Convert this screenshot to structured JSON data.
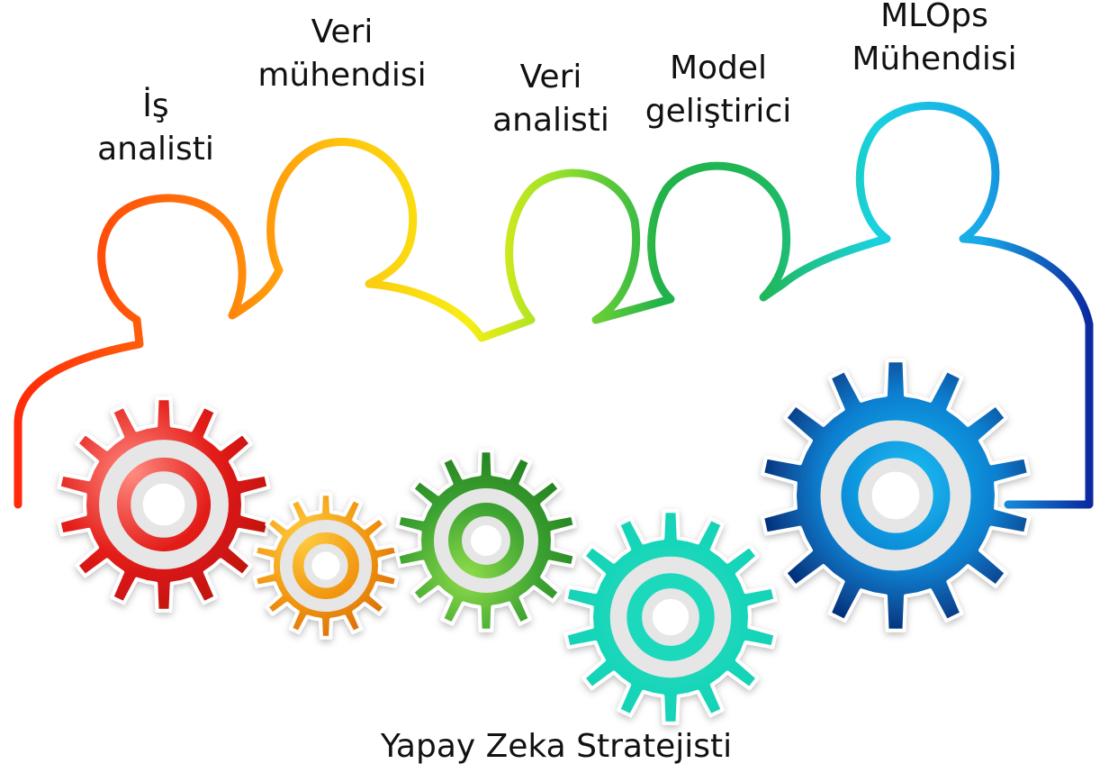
{
  "diagram": {
    "type": "team-roles-gears",
    "roles": [
      {
        "line1": "İş",
        "line2": "analisti",
        "color": "#ff4a1a"
      },
      {
        "line1": "Veri",
        "line2": "mühendisi",
        "color": "#ffc20e"
      },
      {
        "line1": "Veri",
        "line2": "analisti",
        "color": "#8ee02a"
      },
      {
        "line1": "Model",
        "line2": "geliştirici",
        "color": "#22b24a"
      },
      {
        "line1": "MLOps",
        "line2": "Mühendisi",
        "color": "#19c8e0"
      }
    ],
    "bottom_label": "Yapay Zeka Stratejisti",
    "gears": [
      {
        "name": "red-gear",
        "color": "#e31b17",
        "light": "#ff6b5a"
      },
      {
        "name": "orange-gear",
        "color": "#f0920c",
        "light": "#ffc640"
      },
      {
        "name": "green-gear",
        "color": "#3da332",
        "light": "#7fd44a"
      },
      {
        "name": "teal-gear",
        "color": "#12d3b4",
        "light": "#3ee6c8"
      },
      {
        "name": "blue-gear",
        "color": "#0a57b3",
        "light": "#1ab8f0"
      }
    ]
  }
}
